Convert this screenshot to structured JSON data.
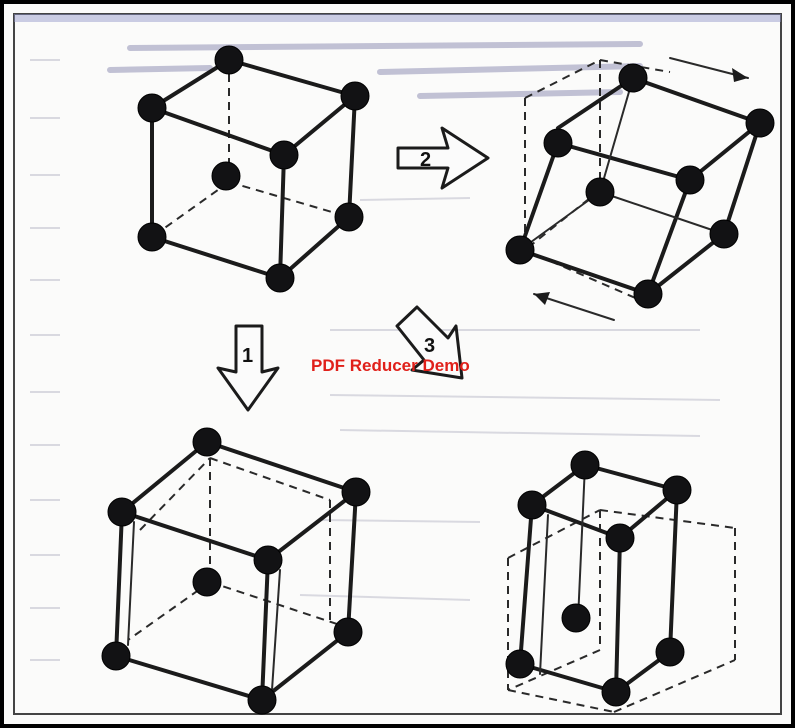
{
  "arrows": [
    {
      "id": "arrow-1",
      "label": "1"
    },
    {
      "id": "arrow-2",
      "label": "2"
    },
    {
      "id": "arrow-3",
      "label": "3"
    }
  ],
  "watermark": "PDF Reducer Demo",
  "colors": {
    "frame": "#000000",
    "atom": "#121214",
    "watermark": "#e0201a",
    "background_text": "#7c7ca8"
  }
}
